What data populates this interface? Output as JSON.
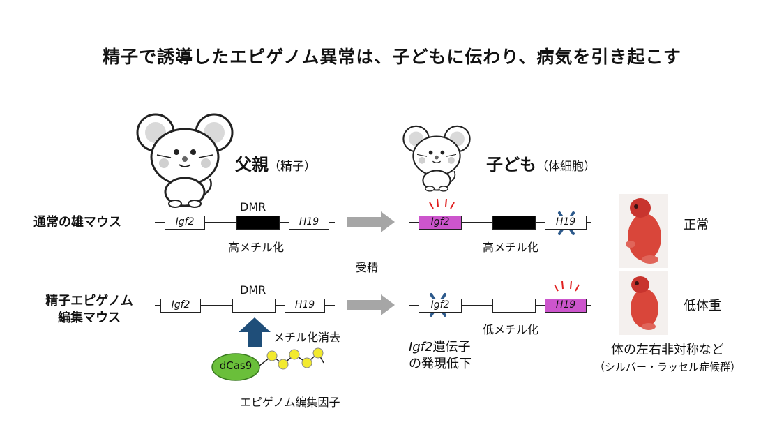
{
  "title": "精子で誘導したエピゲノム異常は、子どもに伝わり、病気を引き起こす",
  "father": {
    "label": "父親",
    "sublabel": "（精子）"
  },
  "child": {
    "label": "子ども",
    "sublabel": "（体細胞）"
  },
  "rows": {
    "normal": {
      "label": "通常の雄マウス",
      "dmr": "DMR",
      "gene1": "Igf2",
      "gene2": "H19",
      "methylation": "高メチル化"
    },
    "edited": {
      "label_line1": "精子エピゲノム",
      "label_line2": "編集マウス",
      "dmr": "DMR",
      "gene1": "Igf2",
      "gene2": "H19",
      "action": "メチル化消去"
    }
  },
  "fertilization": "受精",
  "child_rows": {
    "normal": {
      "gene1": "Igf2",
      "gene2": "H19",
      "methylation": "高メチル化",
      "outcome": "正常"
    },
    "edited": {
      "gene1": "Igf2",
      "gene2": "H19",
      "methylation": "低メチル化",
      "outcome": "低体重",
      "note_gene": "Igf2",
      "note_rest": "遺伝子",
      "note_line2": "の発現低下"
    }
  },
  "phenotype": {
    "line1": "体の左右非対称など",
    "line2": "（シルバー・ラッセル症候群）"
  },
  "factor": {
    "dcas9": "dCas9",
    "label": "エピゲノム編集因子"
  },
  "colors": {
    "pink": "#cc55cc",
    "arrow_gray": "#a6a6a6",
    "arrow_blue": "#1f4e79",
    "dcas_green": "#6abf3a",
    "bead_yellow": "#f2ea2e"
  }
}
